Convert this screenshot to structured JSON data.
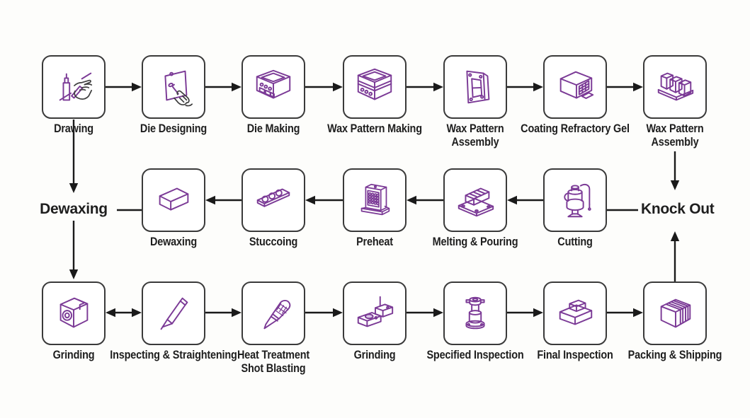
{
  "colors": {
    "accent": "#7b3a96",
    "hand_stroke": "#3f3f3f",
    "connector": "#1a1a1a",
    "box_border": "#3a3a3a",
    "label_text": "#1e1e1e",
    "background": "#fdfdfb"
  },
  "rows": {
    "top": {
      "items": [
        {
          "label": "Drawing",
          "icon": "pen-hand-icon"
        },
        {
          "label": "Die Designing",
          "icon": "board-stylus-icon"
        },
        {
          "label": "Die Making",
          "icon": "die-mold-icon"
        },
        {
          "label": "Wax Pattern Making",
          "icon": "layered-mold-icon"
        },
        {
          "label": "Wax Pattern Assembly",
          "icon": "frame-plate-icon"
        },
        {
          "label": "Coating Refractory Gel",
          "icon": "mesh-oven-icon"
        },
        {
          "label": "Wax Pattern Assembly",
          "icon": "block-row-icon"
        }
      ]
    },
    "middle": {
      "left_label": "Dewaxing",
      "right_label": "Knock Out",
      "items": [
        {
          "label": "Dewaxing",
          "icon": "solid-block-icon"
        },
        {
          "label": "Stuccoing",
          "icon": "strip-holes-icon"
        },
        {
          "label": "Preheat",
          "icon": "perforated-panel-icon"
        },
        {
          "label": "Melting & Pouring",
          "icon": "ingot-base-icon"
        },
        {
          "label": "Cutting",
          "icon": "cutting-machine-icon"
        }
      ]
    },
    "bottom": {
      "items": [
        {
          "label": "Grinding",
          "icon": "grinder-box-icon"
        },
        {
          "label": "Inspecting & Straightening",
          "icon": "scriber-icon"
        },
        {
          "label": "Heat Treatment Shot Blasting",
          "icon": "burr-tool-icon"
        },
        {
          "label": "Grinding",
          "icon": "grinder-block-icon"
        },
        {
          "label": "Specified Inspection",
          "icon": "gauge-cylinder-icon"
        },
        {
          "label": "Final Inspection",
          "icon": "stacked-blocks-icon"
        },
        {
          "label": "Packing & Shipping",
          "icon": "packed-box-icon"
        }
      ]
    }
  }
}
